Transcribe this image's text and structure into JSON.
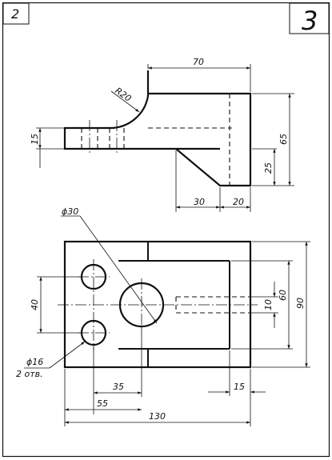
{
  "sheet": {
    "left_box_label": "2",
    "right_box_label": "3"
  },
  "front_view": {
    "dim_top_width": "70",
    "dim_radius": "R20",
    "dim_left_height": "15",
    "dim_right_height": "65",
    "dim_step_height": "25",
    "dim_bottom_left": "30",
    "dim_bottom_right": "20"
  },
  "top_view": {
    "dim_big_hole": "ϕ30",
    "dim_small_holes": "ϕ16",
    "dim_small_holes_qty": "2 отв.",
    "dim_hole_spacing": "40",
    "dim_slot_width": "10",
    "dim_inner_height": "60",
    "dim_total_height": "90",
    "dim_35": "35",
    "dim_55": "55",
    "dim_total_width": "130",
    "dim_15": "15"
  }
}
